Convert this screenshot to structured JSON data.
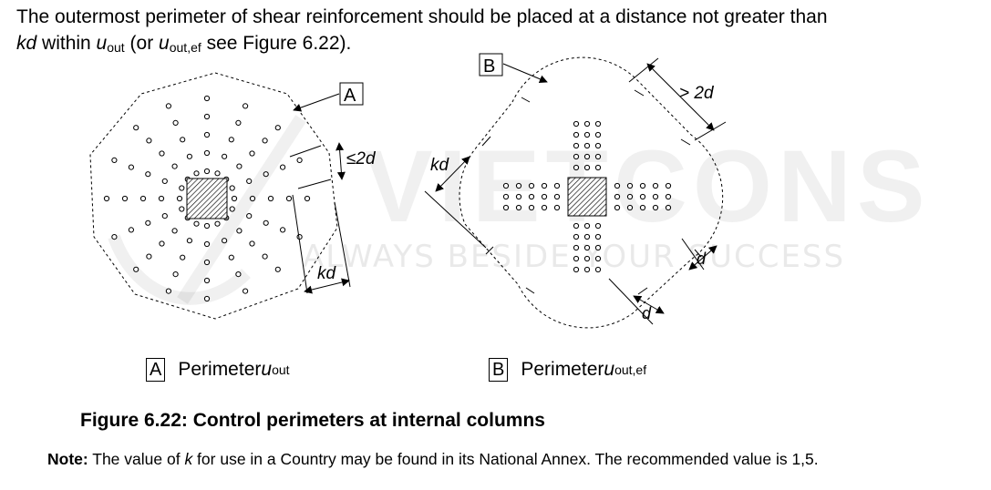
{
  "intro": {
    "part1": "The outermost perimeter of shear reinforcement should be placed at a distance not greater than",
    "var_kd": "kd",
    "part2": " within ",
    "u_base": "u",
    "u_sub_out": "out",
    "part3": " (or ",
    "u_sub_outef": "out,ef",
    "part4": " see Figure 6.22)."
  },
  "diagram": {
    "tag_a": "A",
    "tag_b": "B",
    "dim_le2d": "≤2d",
    "dim_kd": "kd",
    "dim_gt2d": "> 2d",
    "dim_d": "d"
  },
  "watermark": {
    "brand": "VIETCONS",
    "slogan": "ALWAYS BESIDE YOUR SUCCESS"
  },
  "legend": {
    "a_tag": "A",
    "a_text": "Perimeter ",
    "a_u": "u",
    "a_sub": "out",
    "b_tag": "B",
    "b_text": "Perimeter ",
    "b_u": "u",
    "b_sub": "out,ef"
  },
  "caption": "Figure 6.22:  Control perimeters at internal columns",
  "note": {
    "label": "Note:",
    "part1": " The value of ",
    "var_k": "k",
    "part2": " for use in a Country may be found in its National Annex.  The recommended value is 1,5."
  }
}
